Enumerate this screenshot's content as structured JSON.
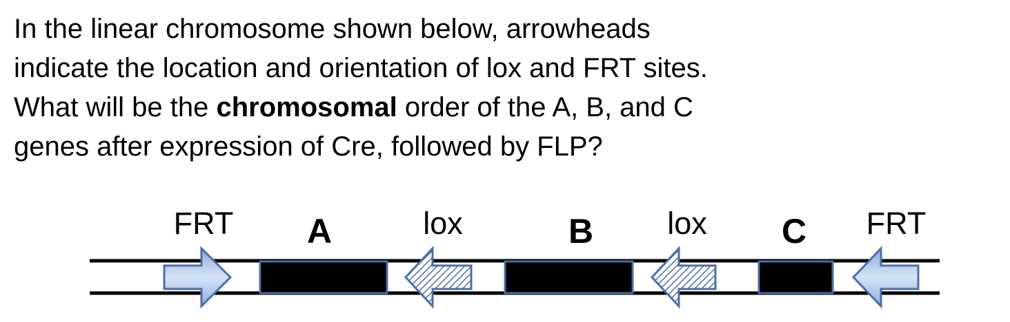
{
  "question": {
    "line1": "In the linear chromosome shown below, arrowheads",
    "line2": "indicate the location and orientation of lox and FRT sites.",
    "line3_before": "What will be the ",
    "line3_bold": "chromosomal",
    "line3_after": " order of the A, B, and C",
    "line4": "genes after expression of Cre, followed by FLP?"
  },
  "diagram": {
    "labels": {
      "frt_left": "FRT",
      "gene_a": "A",
      "lox_left": "lox",
      "gene_b": "B",
      "lox_right": "lox",
      "gene_c": "C",
      "frt_right": "FRT"
    },
    "sites": [
      {
        "type": "FRT",
        "orientation": "right"
      },
      {
        "type": "lox",
        "orientation": "left"
      },
      {
        "type": "lox",
        "orientation": "left"
      },
      {
        "type": "FRT",
        "orientation": "left"
      }
    ],
    "genes": [
      "A",
      "B",
      "C"
    ],
    "colors": {
      "gene_fill": "#000000",
      "gene_border": "#4a6fa5",
      "frt_fill": "#b8cce4",
      "arrow_border": "#4a6fa5",
      "lox_hatch": "#4a6fa5",
      "chromosome_line": "#000000"
    }
  }
}
